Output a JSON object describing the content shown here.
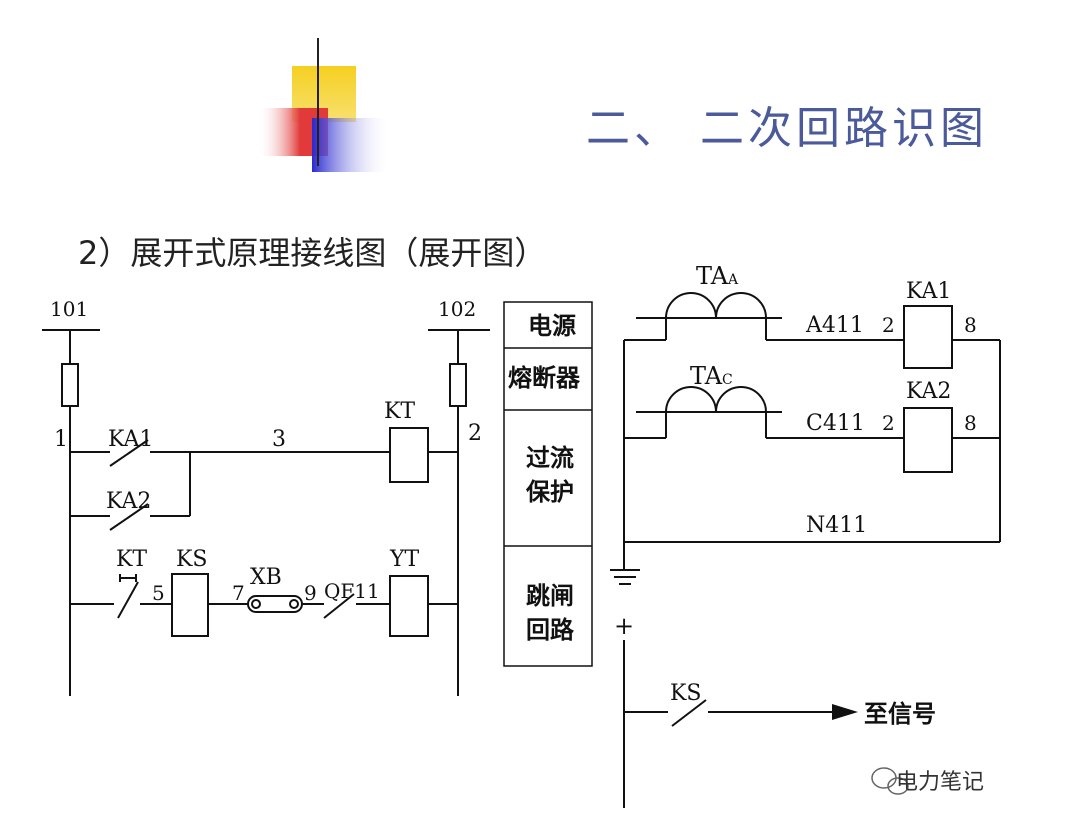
{
  "slide": {
    "title": "二、 二次回路识图",
    "subtitle": "2）展开式原理接线图（展开图）"
  },
  "diagram": {
    "bus_left": "101",
    "bus_right": "102",
    "node_1": "1",
    "node_2": "2",
    "wire_3": "3",
    "node_5": "5",
    "node_7": "7",
    "node_9": "9",
    "contact_ka1": "KA1",
    "contact_ka2": "KA2",
    "coil_kt": "KT",
    "contact_kt": "KT",
    "relay_ks": "KS",
    "link_xb": "XB",
    "contact_qf": "QF11",
    "coil_yt": "YT",
    "legend": [
      "电源",
      "熔断器",
      "过流\n保护",
      "跳闸\n回路"
    ],
    "ct_a": "TA",
    "ct_a_sub": "A",
    "ct_c": "TA",
    "ct_c_sub": "C",
    "wire_a411": "A411",
    "wire_c411": "C411",
    "wire_n411": "N411",
    "relay_ka1": "KA1",
    "relay_ka2": "KA2",
    "pin_2": "2",
    "pin_8": "8",
    "plus": "+",
    "contact_ks": "KS",
    "to_signal": "至信号"
  },
  "watermark": "电力笔记",
  "colors": {
    "title": "#4a5a9a",
    "deco_yellow": "#f5d020",
    "deco_red": "#e23a3a",
    "deco_blue": "#2a2ad0"
  }
}
